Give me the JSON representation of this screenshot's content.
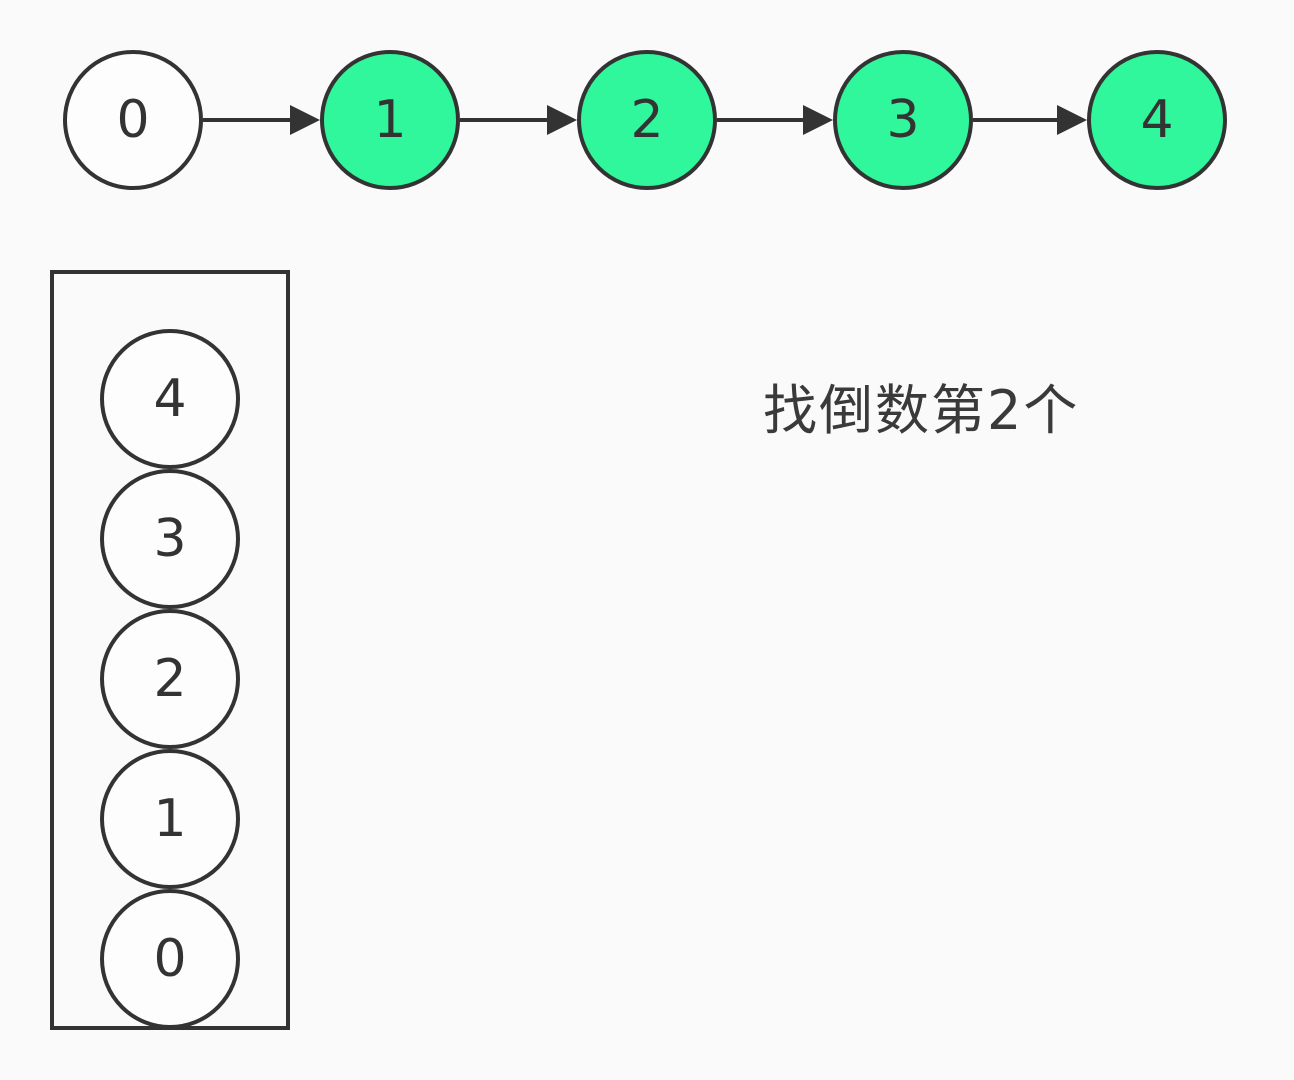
{
  "colors": {
    "background": "#fafafa",
    "stroke": "#333333",
    "highlight_fill": "#30f69c",
    "plain_fill": "#fdfdfd",
    "text": "#3a3a3a"
  },
  "linked_list": {
    "nodes": [
      {
        "label": "0",
        "highlighted": false
      },
      {
        "label": "1",
        "highlighted": true
      },
      {
        "label": "2",
        "highlighted": true
      },
      {
        "label": "3",
        "highlighted": true
      },
      {
        "label": "4",
        "highlighted": true
      }
    ]
  },
  "stack": {
    "items": [
      {
        "label": "4"
      },
      {
        "label": "3"
      },
      {
        "label": "2"
      },
      {
        "label": "1"
      },
      {
        "label": "0"
      }
    ]
  },
  "annotation": {
    "text": "找倒数第2个"
  }
}
